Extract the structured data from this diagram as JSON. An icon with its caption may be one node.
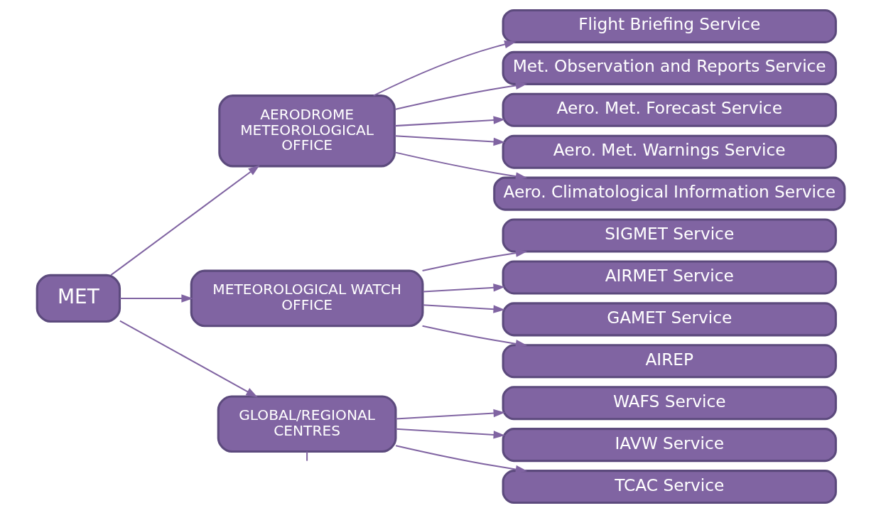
{
  "diagram": {
    "nodes": [
      {
        "text": [
          "MET"
        ]
      },
      {
        "text": [
          "AERODROME METEOROLOGICAL OFFICE"
        ]
      },
      {
        "text": [
          "Flight Briefing Service"
        ]
      },
      {
        "text": [
          "Met. Observation and Reports Service"
        ]
      },
      {
        "text": [
          "Aero. Met. Forecast Service"
        ]
      },
      {
        "text": [
          "Aero. Met. Warnings Service"
        ]
      },
      {
        "text": [
          "Aero. Climatological Information Service"
        ]
      },
      {
        "text": [
          "METEOROLOGICAL WATCH OFFICE"
        ]
      },
      {
        "text": [
          "SIGMET Service"
        ]
      },
      {
        "text": [
          "AIRMET Service"
        ]
      },
      {
        "text": [
          "GAMET Service"
        ]
      },
      {
        "text": [
          "AIREP"
        ]
      },
      {
        "text": [
          "GLOBAL/REGIONAL CENTRES"
        ]
      },
      {
        "text": [
          "WAFS Service"
        ]
      },
      {
        "text": [
          "IAVW Service"
        ]
      },
      {
        "text": [
          "TCAC Service"
        ]
      }
    ],
    "edges": [
      {
        "from": 0,
        "to": 1,
        "arrow": "to"
      },
      {
        "from": 0,
        "to": 7,
        "arrow": "to"
      },
      {
        "from": 0,
        "to": 12,
        "arrow": "to"
      },
      {
        "from": 1,
        "to": 2,
        "arrow": "to"
      },
      {
        "from": 1,
        "to": 3,
        "arrow": "to"
      },
      {
        "from": 1,
        "to": 4,
        "arrow": "to"
      },
      {
        "from": 1,
        "to": 5,
        "arrow": "to"
      },
      {
        "from": 1,
        "to": 6,
        "arrow": "to"
      },
      {
        "from": 7,
        "to": 8,
        "arrow": "to"
      },
      {
        "from": 7,
        "to": 9,
        "arrow": "to"
      },
      {
        "from": 7,
        "to": 10,
        "arrow": "to"
      },
      {
        "from": 7,
        "to": 11,
        "arrow": "to"
      },
      {
        "from": 12,
        "to": 13,
        "arrow": "to"
      },
      {
        "from": 12,
        "to": 14,
        "arrow": "to"
      },
      {
        "from": 12,
        "to": 15,
        "arrow": "to"
      },
      {
        "from": 12,
        "to": null,
        "arrow": "none"
      }
    ]
  }
}
